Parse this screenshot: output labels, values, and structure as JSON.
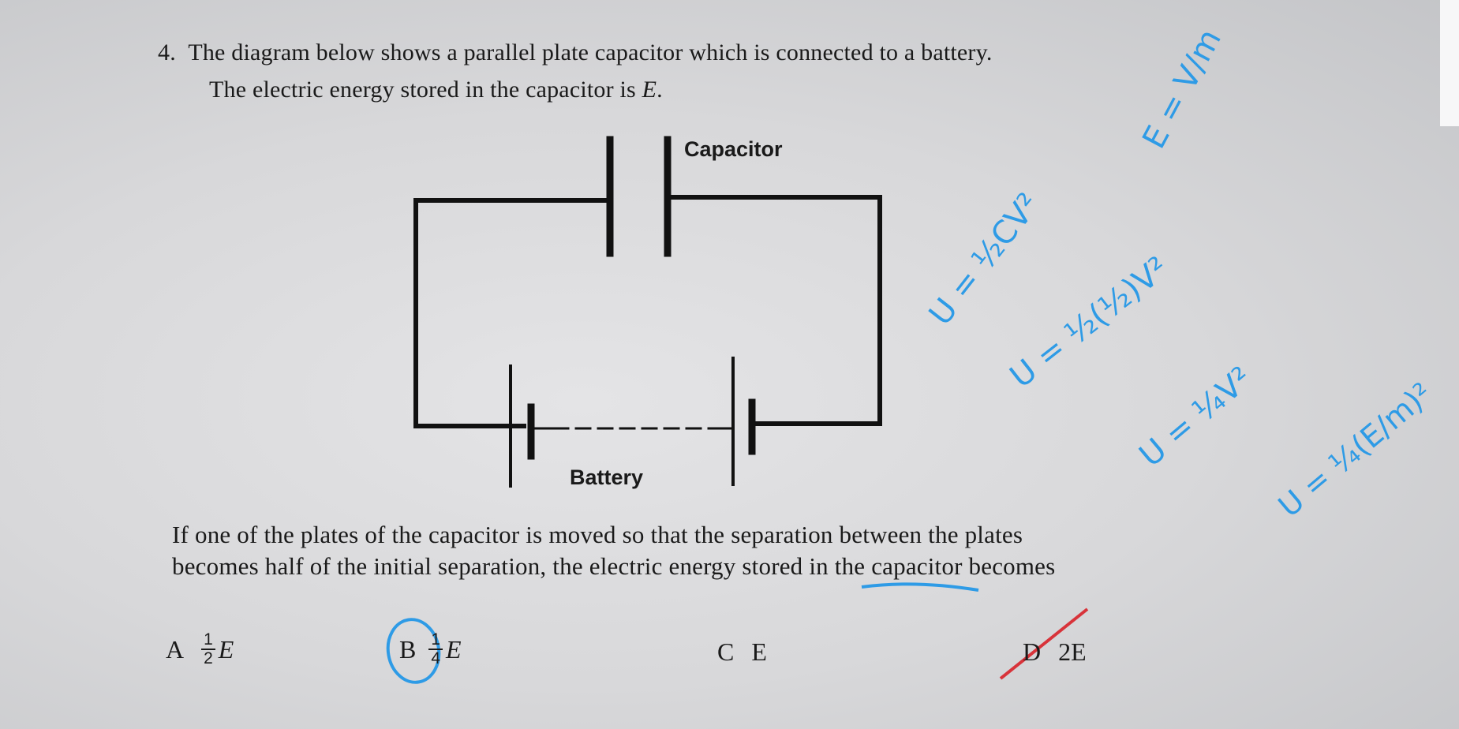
{
  "question": {
    "number": "4.",
    "line1": "The diagram below shows a parallel plate capacitor which is connected to a battery.",
    "line2_prefix": "The electric energy stored in the capacitor is ",
    "line2_var": "E",
    "line2_suffix": ".",
    "diagram": {
      "capacitor_label": "Capacitor",
      "battery_label": "Battery"
    },
    "body1": "If one of the plates of the capacitor is moved so that the separation between the plates",
    "body2": "becomes half of the initial separation, the electric energy stored in the capacitor becomes"
  },
  "options": [
    {
      "letter": "A",
      "num": "1",
      "den": "2",
      "var": "E"
    },
    {
      "letter": "B",
      "num": "1",
      "den": "4",
      "var": "E",
      "circled": true
    },
    {
      "letter": "C",
      "var": "E"
    },
    {
      "letter": "D",
      "var": "2E",
      "crossed": true
    }
  ],
  "handwriting": [
    "E = V/m",
    "U = ½CV²",
    "U = ½(½)V²",
    "U = ¼V²",
    "U = ¼(E/m)²"
  ],
  "colors": {
    "ink": "#2e9be6",
    "red": "#d8333a",
    "text": "#1a1a1a"
  }
}
